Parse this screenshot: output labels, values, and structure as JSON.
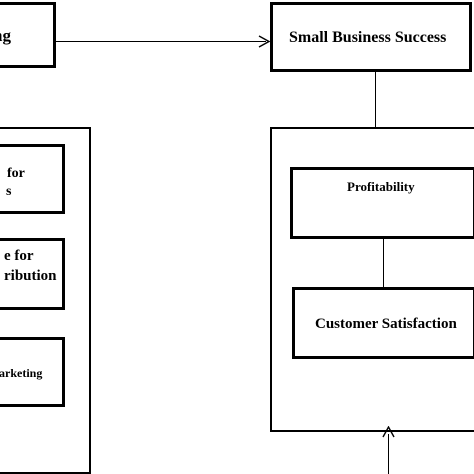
{
  "left_top_box": {
    "label": "ng"
  },
  "success_box": {
    "label": "Small Business Success"
  },
  "left_group": {
    "item1": {
      "line1": "for",
      "line2": "s"
    },
    "item2": {
      "line1": "e for",
      "line2": "ribution"
    },
    "item3": {
      "label": "arketing"
    }
  },
  "right_group": {
    "profitability": {
      "label": "Profitability"
    },
    "satisfaction": {
      "label": "Customer Satisfaction"
    }
  }
}
